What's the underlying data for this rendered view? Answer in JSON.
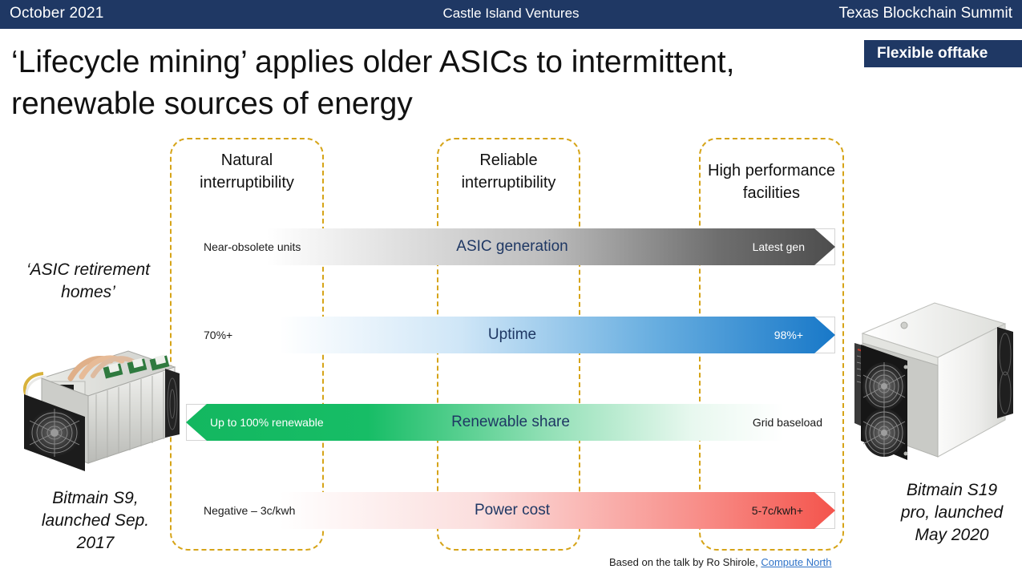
{
  "topbar": {
    "date": "October 2021",
    "org": "Castle Island Ventures",
    "event": "Texas Blockchain Summit",
    "bg_color": "#1F3864"
  },
  "title": "‘Lifecycle mining’ applies older ASICs to intermittent, renewable sources of energy",
  "badge": {
    "label": "Flexible offtake",
    "bg_color": "#1F3864"
  },
  "categories": [
    {
      "label": "Natural\ninterruptibility",
      "line1": "Natural",
      "line2": "interruptibility"
    },
    {
      "label": "Reliable\ninterruptibility",
      "line1": "Reliable",
      "line2": "interruptibility"
    },
    {
      "label": "High performance\nfacilities",
      "line1": "High performance",
      "line2": "facilities"
    }
  ],
  "chart_data": {
    "type": "bar",
    "title": "Lifecycle mining spectrum",
    "categories": [
      "Natural interruptibility",
      "Reliable interruptibility",
      "High performance facilities"
    ],
    "legend": [],
    "grid": false,
    "series": [
      {
        "name": "ASIC generation",
        "direction": "right",
        "left_label": "Near-obsolete units",
        "right_label": "Latest gen",
        "gradient_from": "#ffffff",
        "gradient_to": "#4d4d4d",
        "left_label_color": "dark",
        "right_label_color": "light"
      },
      {
        "name": "Uptime",
        "direction": "right",
        "left_label": "70%+",
        "right_label": "98%+",
        "gradient_from": "#ffffff",
        "gradient_to": "#1878C8",
        "left_label_color": "dark",
        "right_label_color": "light"
      },
      {
        "name": "Renewable share",
        "direction": "left",
        "left_label": "Up to 100% renewable",
        "right_label": "Grid baseload",
        "gradient_from": "#13B760",
        "gradient_to": "#ffffff",
        "left_label_color": "light",
        "right_label_color": "dark"
      },
      {
        "name": "Power cost",
        "direction": "right",
        "left_label": "Negative – 3c/kwh",
        "right_label": "5-7c/kwh+",
        "gradient_from": "#ffffff",
        "gradient_to": "#F4544C",
        "left_label_color": "dark",
        "right_label_color": "dark"
      }
    ]
  },
  "left_panel": {
    "heading_line1": "‘ASIC retirement",
    "heading_line2": "homes’",
    "caption_line1": "Bitmain S9,",
    "caption_line2": "launched Sep.",
    "caption_line3": "2017",
    "photo_name": "bitmain-s9-photo"
  },
  "right_panel": {
    "caption_line1": "Bitmain S19",
    "caption_line2": "pro, launched",
    "caption_line3": "May 2020",
    "photo_name": "bitmain-s19-pro-photo"
  },
  "footnote": {
    "prefix": "Based on the talk by Ro Shirole, ",
    "link": "Compute North"
  }
}
